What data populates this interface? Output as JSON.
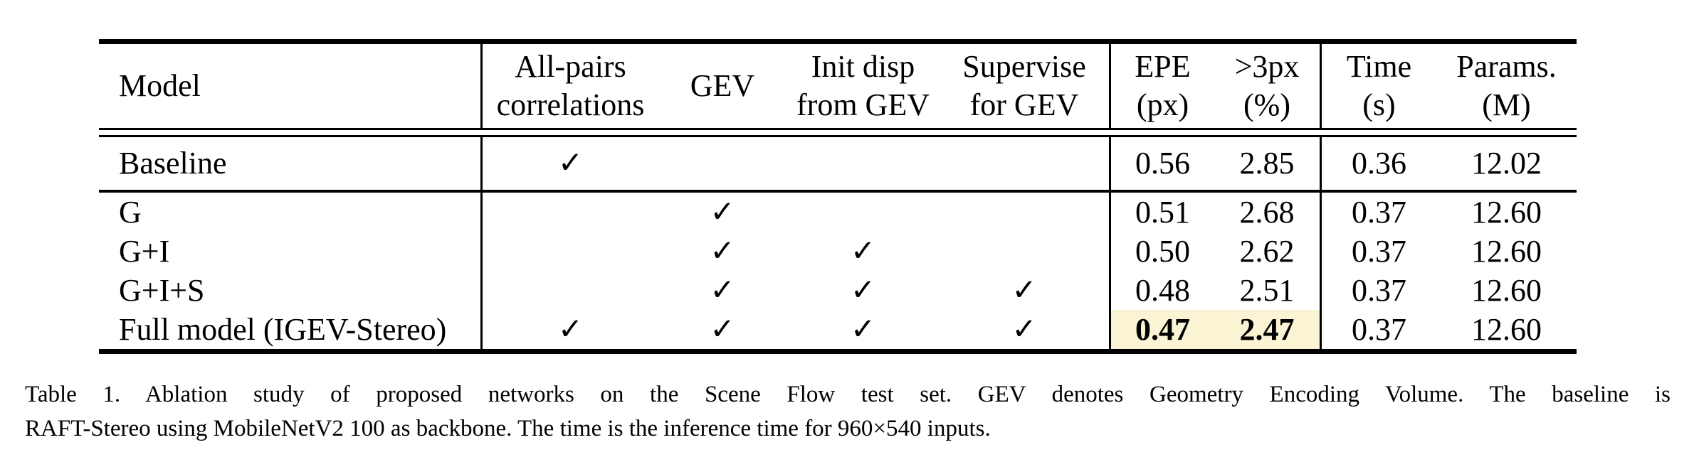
{
  "table": {
    "header": {
      "model": "Model",
      "all_pairs_1": "All-pairs",
      "all_pairs_2": "correlations",
      "gev": "GEV",
      "init_1": "Init disp",
      "init_2": "from GEV",
      "sup_1": "Supervise",
      "sup_2": "for GEV",
      "epe_1": "EPE",
      "epe_2": "(px)",
      "d3_1": ">3px",
      "d3_2": "(%)",
      "time_1": "Time",
      "time_2": "(s)",
      "params_1": "Params.",
      "params_2": "(M)"
    },
    "rows": [
      {
        "model": "Baseline",
        "ap": "✓",
        "gev": "",
        "init": "",
        "sup": "",
        "epe": "0.56",
        "d3": "2.85",
        "time": "0.36",
        "params": "12.02"
      },
      {
        "model": "G",
        "ap": "",
        "gev": "✓",
        "init": "",
        "sup": "",
        "epe": "0.51",
        "d3": "2.68",
        "time": "0.37",
        "params": "12.60"
      },
      {
        "model": "G+I",
        "ap": "",
        "gev": "✓",
        "init": "✓",
        "sup": "",
        "epe": "0.50",
        "d3": "2.62",
        "time": "0.37",
        "params": "12.60"
      },
      {
        "model": "G+I+S",
        "ap": "",
        "gev": "✓",
        "init": "✓",
        "sup": "✓",
        "epe": "0.48",
        "d3": "2.51",
        "time": "0.37",
        "params": "12.60"
      },
      {
        "model": "Full model (IGEV-Stereo)",
        "ap": "✓",
        "gev": "✓",
        "init": "✓",
        "sup": "✓",
        "epe": "0.47",
        "d3": "2.47",
        "time": "0.37",
        "params": "12.60"
      }
    ]
  },
  "caption": {
    "line1": "Table 1.  Ablation study of proposed networks on the Scene Flow test set.  GEV denotes Geometry Encoding Volume.  The baseline is",
    "line2": "RAFT-Stereo using MobileNetV2 100 as backbone. The time is the inference time for 960×540 inputs."
  },
  "colors": {
    "highlight": "#faf4d4",
    "text": "#000000",
    "rule": "#000000"
  }
}
